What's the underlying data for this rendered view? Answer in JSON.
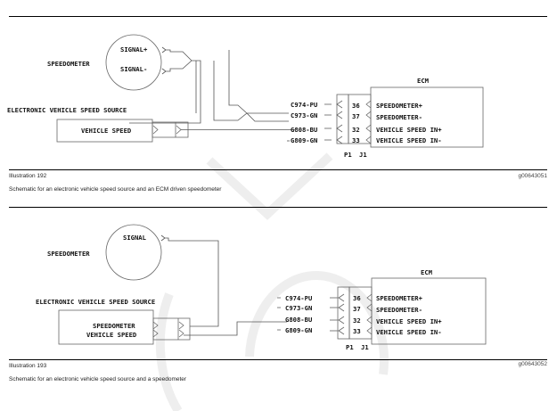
{
  "illustrations": [
    {
      "number_label": "Illustration 192",
      "caption": "Schematic for an electronic vehicle speed source and an ECM driven speedometer",
      "graphic_id": "g00643051",
      "speedometer": {
        "label": "SPEEDOMETER",
        "pins": [
          "SIGNAL+",
          "SIGNAL-"
        ]
      },
      "source": {
        "label": "ELECTRONIC VEHICLE SPEED SOURCE",
        "pins": [
          "VEHICLE SPEED"
        ]
      },
      "wires": [
        "C974-PU",
        "C973-GN",
        "G808-BU",
        "G809-GN"
      ],
      "connector": {
        "plug": "P1",
        "jack": "J1",
        "pins": [
          "36",
          "37",
          "32",
          "33"
        ]
      },
      "ecm": {
        "label": "ECM",
        "pins": [
          "SPEEDOMETER+",
          "SPEEDOMETER-",
          "VEHICLE SPEED IN+",
          "VEHICLE SPEED IN-"
        ]
      }
    },
    {
      "number_label": "Illustration 193",
      "caption": "Schematic for an electronic vehicle speed source and a speedometer",
      "graphic_id": "g00643052",
      "speedometer": {
        "label": "SPEEDOMETER",
        "pins": [
          "SIGNAL"
        ]
      },
      "source": {
        "label": "ELECTRONIC VEHICLE SPEED SOURCE",
        "pins": [
          "SPEEDOMETER",
          "VEHICLE SPEED"
        ]
      },
      "wires": [
        "C974-PU",
        "C973-GN",
        "G808-BU",
        "G809-GN"
      ],
      "connector": {
        "plug": "P1",
        "jack": "J1",
        "pins": [
          "36",
          "37",
          "32",
          "33"
        ]
      },
      "ecm": {
        "label": "ECM",
        "pins": [
          "SPEEDOMETER+",
          "SPEEDOMETER-",
          "VEHICLE SPEED IN+",
          "VEHICLE SPEED IN-"
        ]
      }
    }
  ]
}
